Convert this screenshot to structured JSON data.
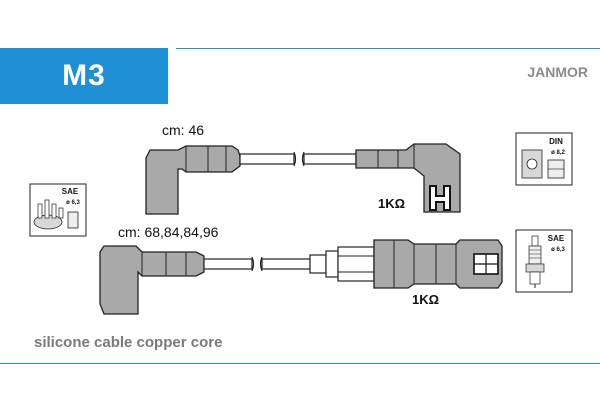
{
  "header": {
    "code": "M3",
    "brand": "JANMOR"
  },
  "cables": [
    {
      "length_label": "cm: 46",
      "resistance": "1KΩ"
    },
    {
      "length_label": "cm: 68,84,84,96",
      "resistance": "1KΩ"
    }
  ],
  "standards": {
    "distributor": {
      "name": "SAE",
      "diameter": "ø 6,3"
    },
    "coil": {
      "name": "DIN",
      "diameter": "ø 8,2"
    },
    "plug": {
      "name": "SAE",
      "diameter": "ø 6,3"
    }
  },
  "footer": "silicone cable copper core",
  "colors": {
    "accent": "#1f8fd6",
    "footer_text": "#7a7a7a",
    "boot_fill": "#a9a9a9"
  }
}
